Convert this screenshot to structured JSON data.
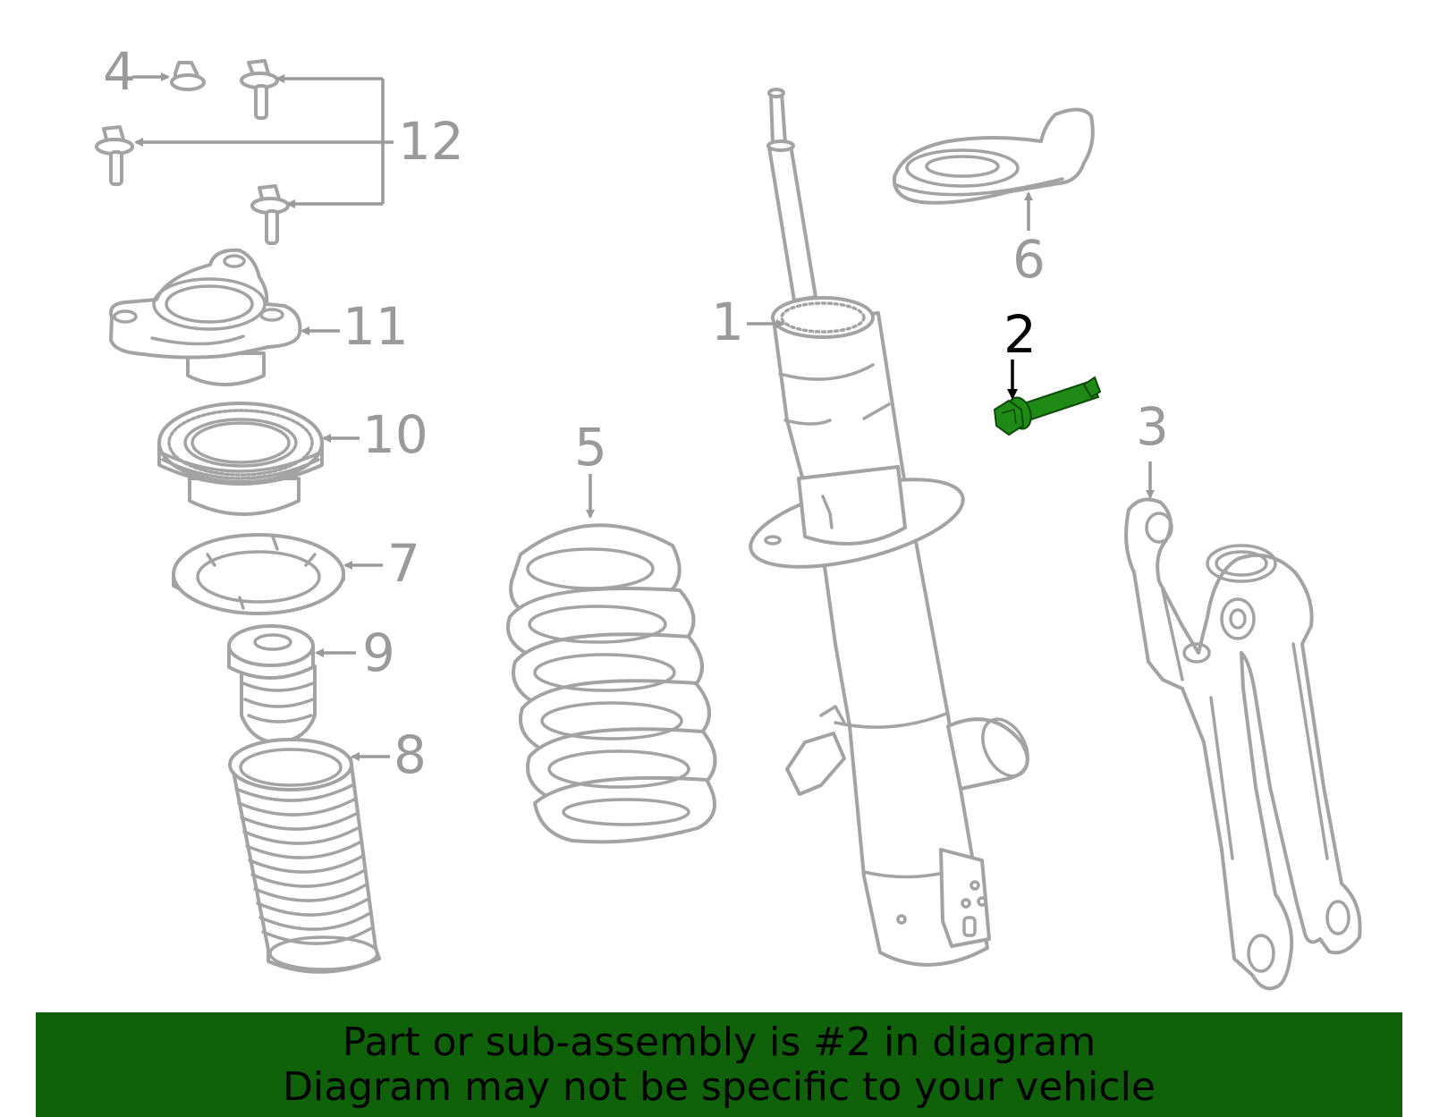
{
  "callouts": {
    "c1": "1",
    "c2": "2",
    "c3": "3",
    "c4": "4",
    "c5": "5",
    "c6": "6",
    "c7": "7",
    "c8": "8",
    "c9": "9",
    "c10": "10",
    "c11": "11",
    "c12": "12"
  },
  "highlighted_part": "2",
  "colors": {
    "line_art": "#a3a3a3",
    "callout_text": "#9a9a9a",
    "highlight_part": "#1f8a16",
    "banner_background": "#0f620a",
    "banner_text": "#000000"
  },
  "banner": {
    "line1": "Part or sub-assembly is #2 in diagram",
    "line2": "Diagram may not be specific to your vehicle"
  }
}
